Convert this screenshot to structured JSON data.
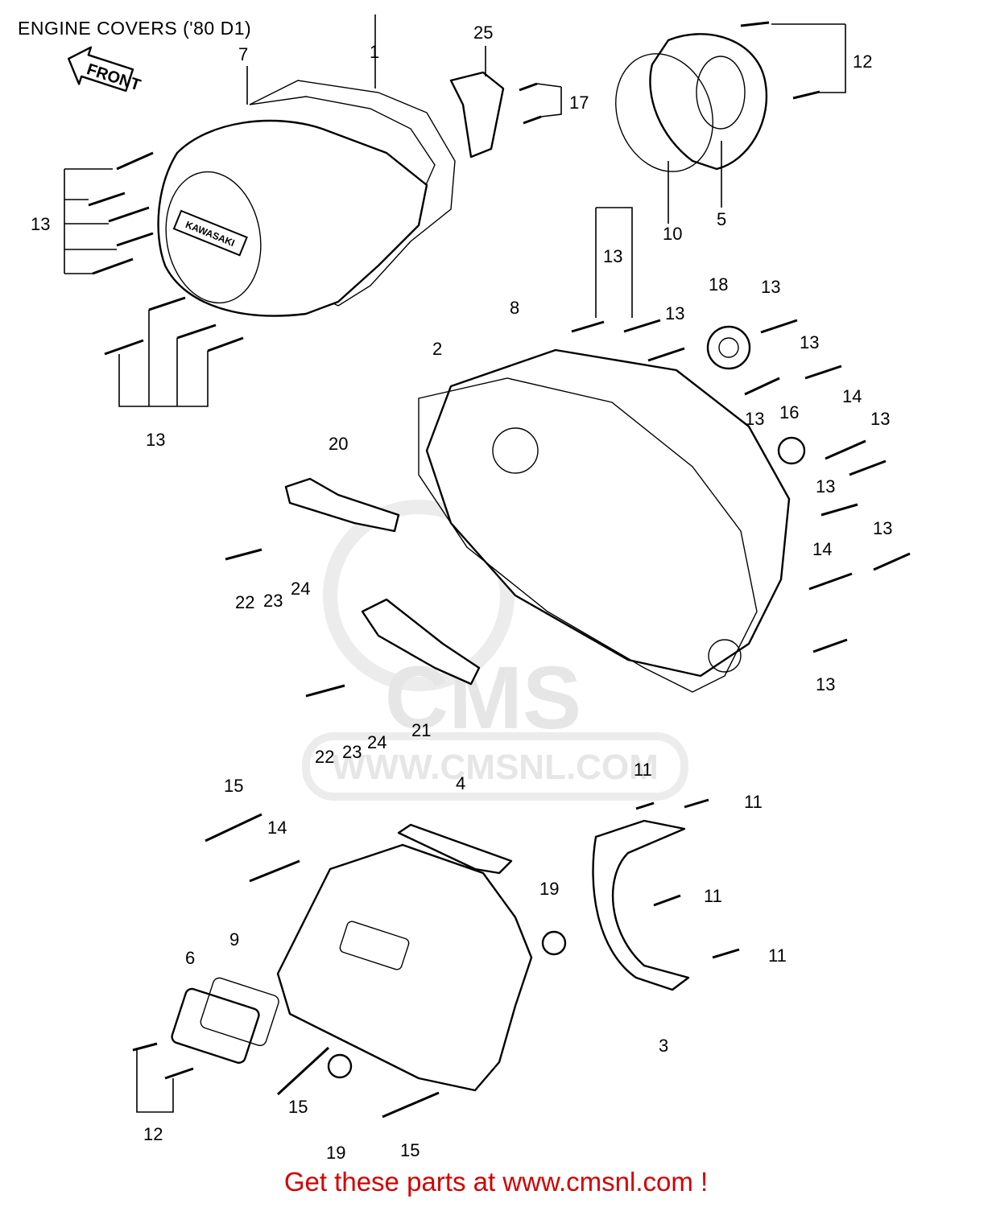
{
  "title": "ENGINE COVERS ('80 D1)",
  "footer": "Get these parts at www.cmsnl.com !",
  "watermark": {
    "logo": "CMS",
    "url": "WWW.CMSNL.COM"
  },
  "arrow_label": "FRONT",
  "badge_text": "KAWASAKI",
  "callouts": [
    "1",
    "2",
    "3",
    "4",
    "5",
    "6",
    "7",
    "8",
    "9",
    "10",
    "11",
    "12",
    "13",
    "14",
    "15",
    "16",
    "17",
    "18",
    "19",
    "20",
    "21",
    "22",
    "23",
    "24",
    "25"
  ],
  "colors": {
    "footer": "#d40000",
    "line": "#000000",
    "watermark": "#e6e6e6"
  }
}
